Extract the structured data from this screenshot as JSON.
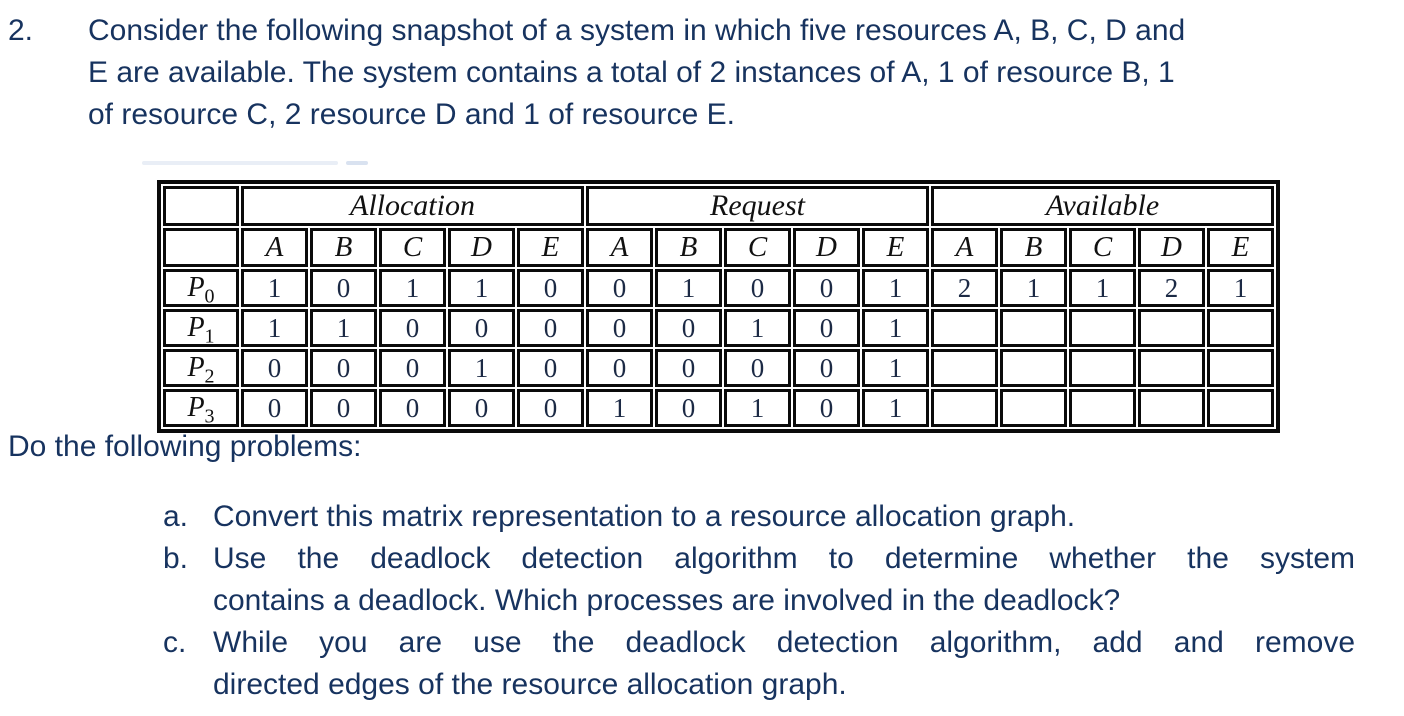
{
  "colors": {
    "body_text": "#17335f",
    "table_ink": "#111111",
    "table_number_ink": "#1c2a45",
    "table_border": "#0a0a0a",
    "artifact_light": "#e9eef6",
    "artifact_dark": "#d9e2f0"
  },
  "question": {
    "number": "2.",
    "lines": [
      "Consider the following snapshot of a system in which five resources A, B, C, D and",
      "E are available. The system contains a total of 2 instances of A, 1 of resource B, 1",
      "of resource C, 2 resource D and 1 of resource E."
    ]
  },
  "table": {
    "sections": [
      "Allocation",
      "Request",
      "Available"
    ],
    "resource_headers": [
      "A",
      "B",
      "C",
      "D",
      "E"
    ],
    "rows": [
      {
        "label_base": "P",
        "label_sub": "0",
        "allocation": [
          "1",
          "0",
          "1",
          "1",
          "0"
        ],
        "request": [
          "0",
          "1",
          "0",
          "0",
          "1"
        ],
        "available": [
          "2",
          "1",
          "1",
          "2",
          "1"
        ]
      },
      {
        "label_base": "P",
        "label_sub": "1",
        "allocation": [
          "1",
          "1",
          "0",
          "0",
          "0"
        ],
        "request": [
          "0",
          "0",
          "1",
          "0",
          "1"
        ],
        "available": [
          "",
          "",
          "",
          "",
          ""
        ]
      },
      {
        "label_base": "P",
        "label_sub": "2",
        "allocation": [
          "0",
          "0",
          "0",
          "1",
          "0"
        ],
        "request": [
          "0",
          "0",
          "0",
          "0",
          "1"
        ],
        "available": [
          "",
          "",
          "",
          "",
          ""
        ]
      },
      {
        "label_base": "P",
        "label_sub": "3",
        "allocation": [
          "0",
          "0",
          "0",
          "0",
          "0"
        ],
        "request": [
          "1",
          "0",
          "1",
          "0",
          "1"
        ],
        "available": [
          "",
          "",
          "",
          "",
          ""
        ]
      }
    ]
  },
  "prompt": "Do the following problems:",
  "problems": [
    {
      "marker": "a.",
      "lines": [
        "Convert this matrix representation to a resource allocation graph."
      ]
    },
    {
      "marker": "b.",
      "lines": [
        "Use the deadlock detection algorithm to determine whether the system",
        "contains a deadlock. Which processes are involved in the deadlock?"
      ]
    },
    {
      "marker": "c.",
      "lines": [
        "While you are use the deadlock detection algorithm, add and remove",
        "directed edges of the resource allocation graph."
      ]
    }
  ]
}
